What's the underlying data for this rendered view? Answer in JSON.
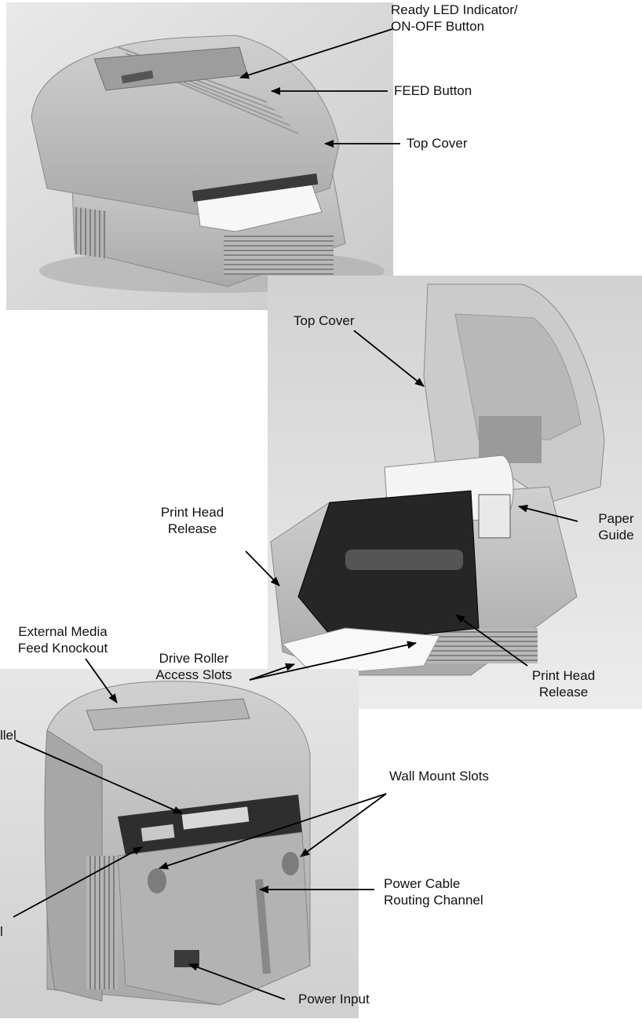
{
  "labels": {
    "ready_led": "Ready LED Indicator/\nON-OFF Button",
    "feed_button": "FEED Button",
    "top_cover_1": "Top Cover",
    "top_cover_2": "Top Cover",
    "print_head_release_left": "Print Head\nRelease",
    "paper_guide": "Paper\nGuide",
    "external_media": "External Media\nFeed Knockout",
    "drive_roller": "Drive Roller\nAccess Slots",
    "print_head_release_right": "Print Head\nRelease",
    "parallel_partial": "llel",
    "wall_mount": "Wall Mount Slots",
    "power_cable": "Power Cable\nRouting Channel",
    "serial_partial": "l",
    "power_input": "Power Input"
  },
  "colors": {
    "photo_bg_light": "#e4e4e4",
    "photo_bg_dark": "#bdbdbd",
    "printer_body": "#c4c4c4",
    "printer_shadow": "#8f8f8f",
    "dark": "#1c1c1c",
    "arrow": "#000000"
  }
}
